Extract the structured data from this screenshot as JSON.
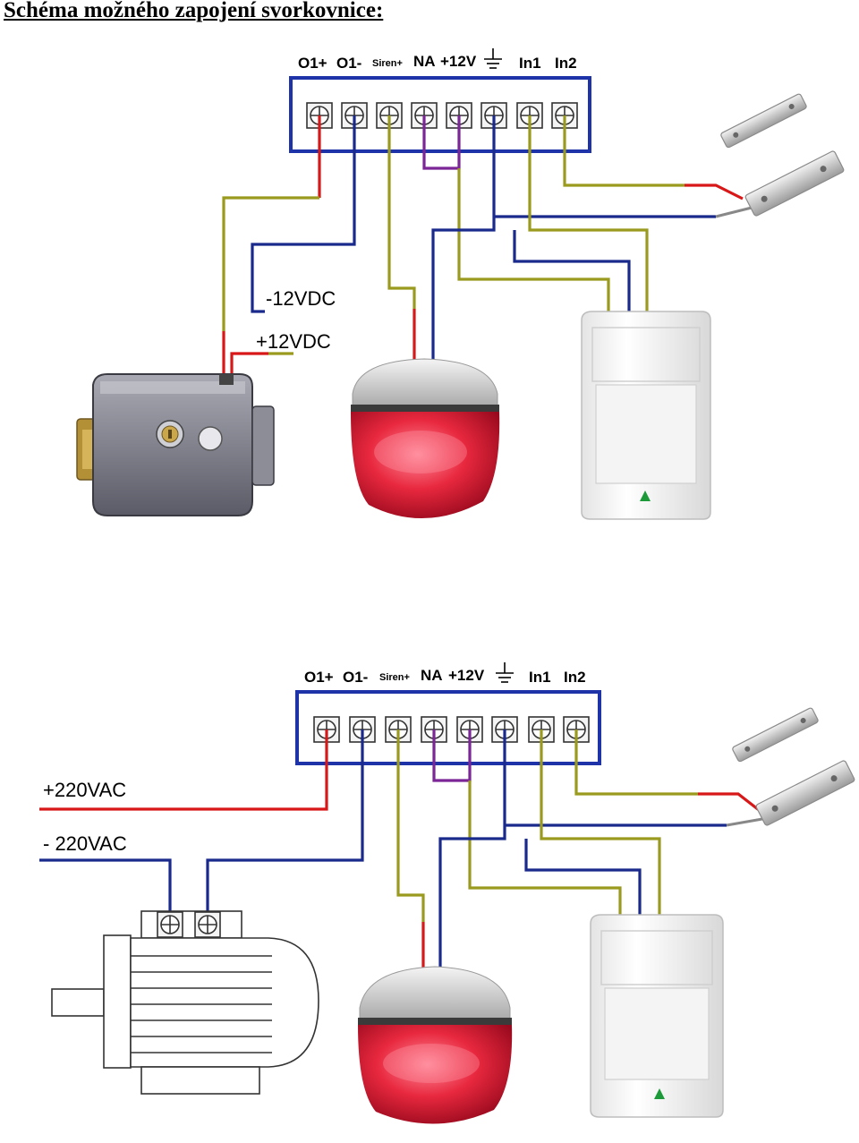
{
  "title": "Schéma možného zapojení svorkovnice:",
  "terminal_labels": {
    "o1_plus": "O1+",
    "o1_minus": "O1-",
    "siren_plus": "Siren+",
    "na": "NA",
    "v12": "+12V",
    "in1": "In1",
    "in2": "In2"
  },
  "diagram1": {
    "label_minus": "-12VDC",
    "label_plus": "+12VDC"
  },
  "diagram2": {
    "label_plus": "+220VAC",
    "label_minus": "- 220VAC"
  },
  "icons": {
    "ground": "ground-symbol-icon",
    "lock": "electric-lock-icon",
    "siren": "siren-beacon-icon",
    "pir": "pir-motion-sensor-icon",
    "reed": "magnetic-reed-contact-icon",
    "motor": "electric-motor-icon"
  },
  "colors": {
    "box": "#1f33a8",
    "red": "#d81818",
    "blue": "#1a2a8c",
    "olive": "#9a9a1e",
    "purple": "#7b2596"
  }
}
